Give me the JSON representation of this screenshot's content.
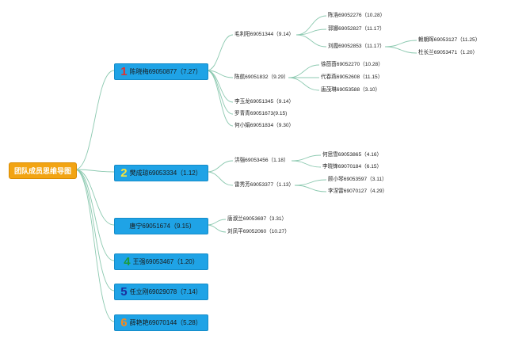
{
  "title": "团队成员思维导图",
  "colors": {
    "root_fill": "#f2a413",
    "team_fill": "#1fa3e6",
    "connector": "#8cc9b0",
    "num1": "#e0322f",
    "num2": "#f7e53b",
    "num4": "#1c9b3a",
    "num5": "#1b2f9e",
    "num6": "#f48a1f"
  },
  "teams": [
    {
      "number": "1",
      "label": "陈晓梅69050877（7.27）",
      "members": [
        {
          "label": "毛利阳69051344（9.14）",
          "members": [
            {
              "label": "陈浩69052276（10.28）"
            },
            {
              "label": "郭娜69052827（11.17）"
            },
            {
              "label": "刘霞69052853（11.17）",
              "members": [
                {
                  "label": "赖朝晖69053127（11.25）"
                },
                {
                  "label": "杜长兰69053471（1.20）"
                }
              ]
            }
          ]
        },
        {
          "label": "陈航69051832（9.29）",
          "members": [
            {
              "label": "徐茴茴69052270（10.28）"
            },
            {
              "label": "代春燕69052608（11.15）"
            },
            {
              "label": "唐茂琳69053588（3.10）"
            }
          ]
        },
        {
          "label": "李玉龙69051345（9.14）"
        },
        {
          "label": "罗青青69051673(9.15)"
        },
        {
          "label": "何小娟69051834（9.30）"
        }
      ]
    },
    {
      "number": "2",
      "label": "樊成琼69053334（1.12）",
      "members": [
        {
          "label": "洪强69053456（1.18）",
          "members": [
            {
              "label": "何思雪69053865（4.16）"
            },
            {
              "label": "李晓锋69070184（6.15）"
            }
          ]
        },
        {
          "label": "雷秀芳69053377（1.13）",
          "members": [
            {
              "label": "顾小琴69053597（3.11）"
            },
            {
              "label": "李涅雷69070127（4.29）"
            }
          ]
        }
      ]
    },
    {
      "number": "",
      "label": "唐宁69051674（9.15）",
      "members": [
        {
          "label": "唐淑兰69053697（3.31）"
        },
        {
          "label": "刘凤平69052060（10.27）"
        }
      ]
    },
    {
      "number": "4",
      "label": "王强69053467（1.20）",
      "members": []
    },
    {
      "number": "5",
      "label": "任立刚69029078（7.14）",
      "members": []
    },
    {
      "number": "6",
      "label": "薛艳艳69070144（5.28）",
      "members": []
    }
  ]
}
